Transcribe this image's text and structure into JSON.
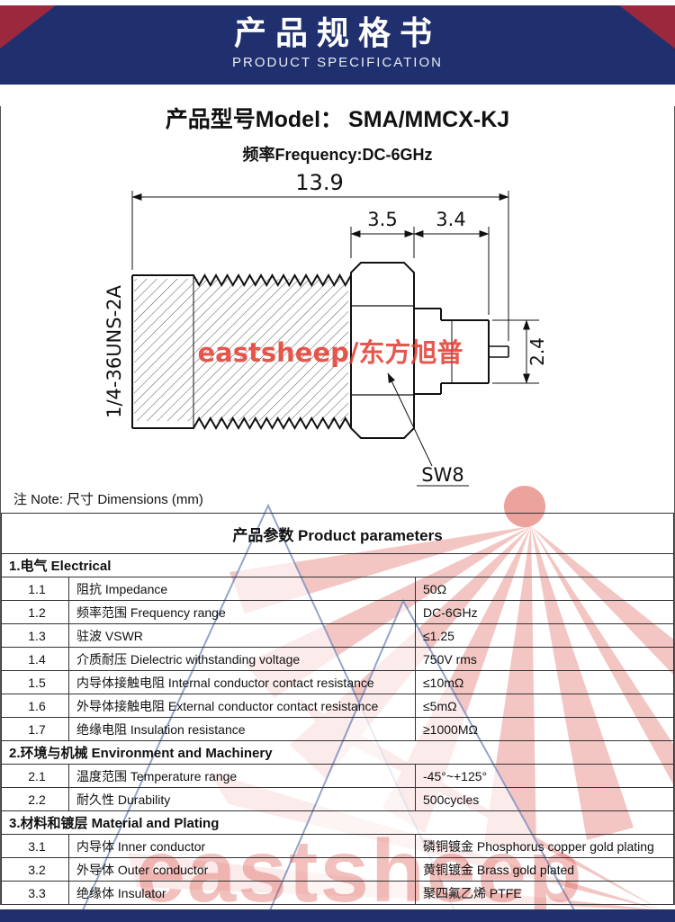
{
  "header": {
    "title": "产品规格书",
    "subtitle": "PRODUCT SPECIFICATION"
  },
  "product": {
    "model_label": "产品型号Model：",
    "model_value": "SMA/MMCX-KJ",
    "frequency": "频率Frequency:DC-6GHz"
  },
  "drawing": {
    "dim_overall": "13.9",
    "dim_hex_len": "3.5",
    "dim_tail_len": "3.4",
    "dim_tip_diameter": "2.4",
    "thread_spec": "1/4-36UNS-2A",
    "hex_wrench_label": "SW8",
    "red_watermark": "eastsheep/东方旭普"
  },
  "note": "注 Note:  尺寸 Dimensions (mm)",
  "table": {
    "title": "产品参数 Product parameters",
    "sections": [
      {
        "heading": "1.电气 Electrical",
        "rows": [
          {
            "no": "1.1",
            "param": "阻抗 Impedance",
            "value": "50Ω"
          },
          {
            "no": "1.2",
            "param": "频率范围 Frequency range",
            "value": "DC-6GHz"
          },
          {
            "no": "1.3",
            "param": "驻波 VSWR",
            "value": "≤1.25"
          },
          {
            "no": "1.4",
            "param": "介质耐压 Dielectric withstanding voltage",
            "value": "750V rms"
          },
          {
            "no": "1.5",
            "param": "内导体接触电阻 Internal conductor contact resistance",
            "value": "≤10mΩ"
          },
          {
            "no": "1.6",
            "param": "外导体接触电阻 External conductor contact resistance",
            "value": "≤5mΩ"
          },
          {
            "no": "1.7",
            "param": "绝缘电阻  Insulation resistance",
            "value": "≥1000MΩ"
          }
        ]
      },
      {
        "heading": "2.环境与机械 Environment and Machinery",
        "rows": [
          {
            "no": "2.1",
            "param": "温度范围 Temperature range",
            "value": "-45°~+125°"
          },
          {
            "no": "2.2",
            "param": "耐久性 Durability",
            "value": "500cycles"
          }
        ]
      },
      {
        "heading": "3.材料和镀层 Material and Plating",
        "rows": [
          {
            "no": "3.1",
            "param": "内导体 Inner conductor",
            "value": "磷铜镀金 Phosphorus copper gold plating"
          },
          {
            "no": "3.2",
            "param": "外导体 Outer conductor",
            "value": "黄铜镀金 Brass gold plated"
          },
          {
            "no": "3.3",
            "param": "绝缘体 Insulator",
            "value": "聚四氟乙烯 PTFE"
          }
        ]
      }
    ]
  },
  "watermarks": {
    "brand_text": "eastsheep"
  },
  "colors": {
    "header_bg": "#20306e",
    "accent_red": "#d9453c",
    "watermark_blue": "#8495c4"
  }
}
